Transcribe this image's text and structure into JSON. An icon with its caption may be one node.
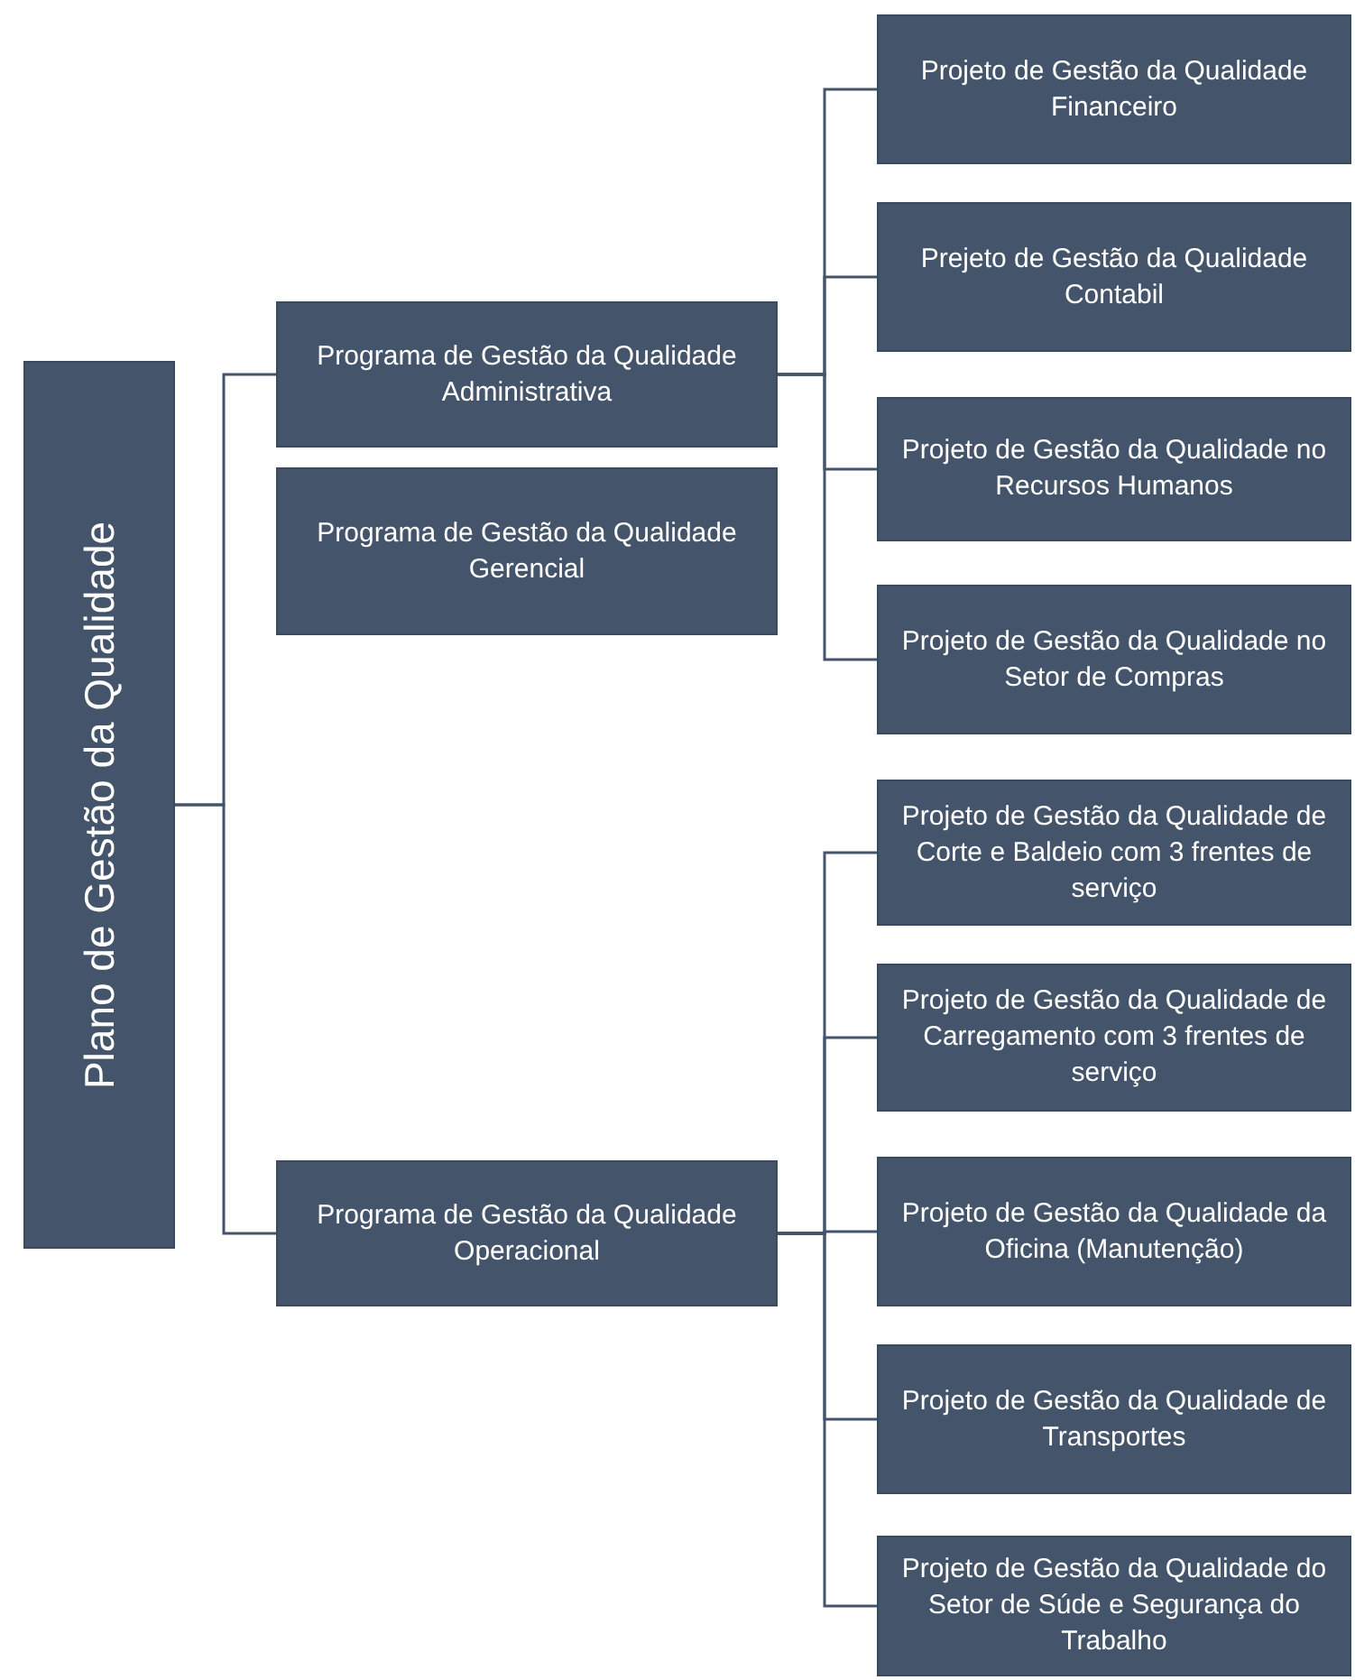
{
  "diagram": {
    "nodes": [
      {
        "text": [
          "Plano de Gestão da Qualidade"
        ]
      },
      {
        "text": [
          "Programa de Gestão da Qualidade Administrativa"
        ]
      },
      {
        "text": [
          "Programa de Gestão da Qualidade Gerencial"
        ]
      },
      {
        "text": [
          "Programa de Gestão da Qualidade Operacional"
        ]
      },
      {
        "text": [
          "Projeto de Gestão da Qualidade Financeiro"
        ]
      },
      {
        "text": [
          "Prejeto de Gestão da Qualidade Contabil"
        ]
      },
      {
        "text": [
          "Projeto de Gestão da Qualidade no Recursos Humanos"
        ]
      },
      {
        "text": [
          "Projeto de Gestão da Qualidade no Setor de Compras"
        ]
      },
      {
        "text": [
          "Projeto de Gestão da Qualidade de Corte e Baldeio com 3 frentes de serviço"
        ]
      },
      {
        "text": [
          "Projeto de Gestão da Qualidade de Carregamento com 3 frentes de serviço"
        ]
      },
      {
        "text": [
          "Projeto de Gestão da Qualidade da Oficina (Manutenção)"
        ]
      },
      {
        "text": [
          "Projeto de Gestão da Qualidade de Transportes"
        ]
      },
      {
        "text": [
          "Projeto de Gestão da Qualidade do Setor de Súde e Segurança do Trabalho"
        ]
      }
    ],
    "edges": [
      {
        "from": 0,
        "to": 1,
        "arrow": "none"
      },
      {
        "from": 0,
        "to": 3,
        "arrow": "none"
      },
      {
        "from": 1,
        "to": 4,
        "arrow": "none"
      },
      {
        "from": 1,
        "to": 5,
        "arrow": "none"
      },
      {
        "from": 1,
        "to": 6,
        "arrow": "none"
      },
      {
        "from": 1,
        "to": 7,
        "arrow": "none"
      },
      {
        "from": 3,
        "to": 8,
        "arrow": "none"
      },
      {
        "from": 3,
        "to": 9,
        "arrow": "none"
      },
      {
        "from": 3,
        "to": 10,
        "arrow": "none"
      },
      {
        "from": 3,
        "to": 11,
        "arrow": "none"
      },
      {
        "from": 3,
        "to": 12,
        "arrow": "none"
      }
    ]
  }
}
